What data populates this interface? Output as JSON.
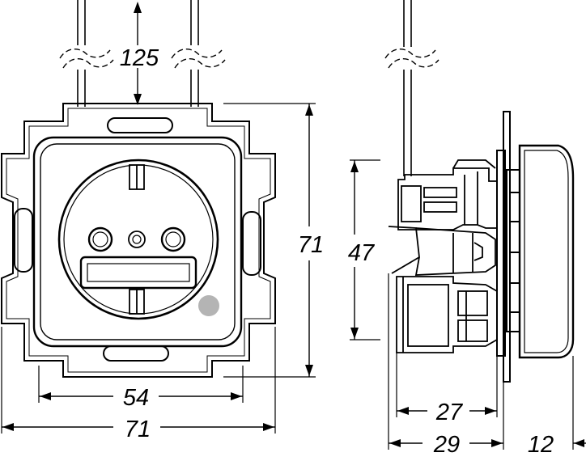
{
  "drawing": {
    "title": "Socket outlet dimension drawing",
    "front_view": {
      "dimensions": {
        "cable_spacing": "125",
        "frame_height": "71",
        "inner_width": "54",
        "frame_width": "71"
      }
    },
    "side_view": {
      "dimensions": {
        "module_height": "47",
        "mount_depth": "27",
        "body_depth": "29",
        "cover_depth": "12"
      }
    },
    "colors": {
      "line": "#000000",
      "indicator": "#b4b4b4",
      "background": "#ffffff"
    }
  }
}
